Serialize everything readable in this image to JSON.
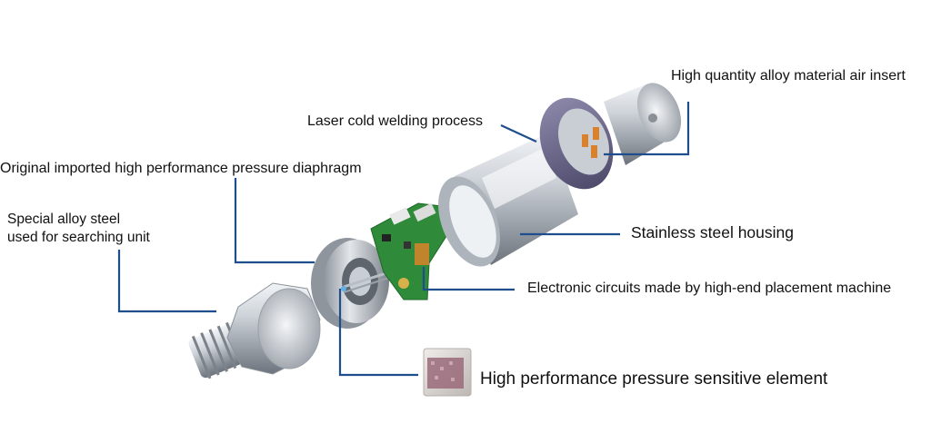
{
  "labels": {
    "air_insert": "High quantity alloy material air insert",
    "laser_welding": "Laser cold welding process",
    "diaphragm": "Original imported high performance pressure diaphragm",
    "special_alloy_line1": "Special alloy steel",
    "special_alloy_line2": "used for searching unit",
    "housing": "Stainless steel housing",
    "circuits": "Electronic circuits made by high-end placement machine",
    "sensitive_element": "High performance pressure sensitive element"
  },
  "colors": {
    "leader_line": "#1f4e8c",
    "text": "#111111",
    "steel_light": "#e6e9ee",
    "steel_mid": "#a9afb8",
    "steel_dark": "#6d737c",
    "insert_purple": "#6a6688",
    "pcb_green": "#2f8a3a",
    "pin_orange": "#d9822b",
    "element_body": "#d9d5d2",
    "element_core": "#9a6a7a"
  },
  "icons": [
    "connector-icon",
    "housing-icon",
    "pcb-icon",
    "diaphragm-icon",
    "bolt-icon",
    "sensor-chip-icon"
  ]
}
